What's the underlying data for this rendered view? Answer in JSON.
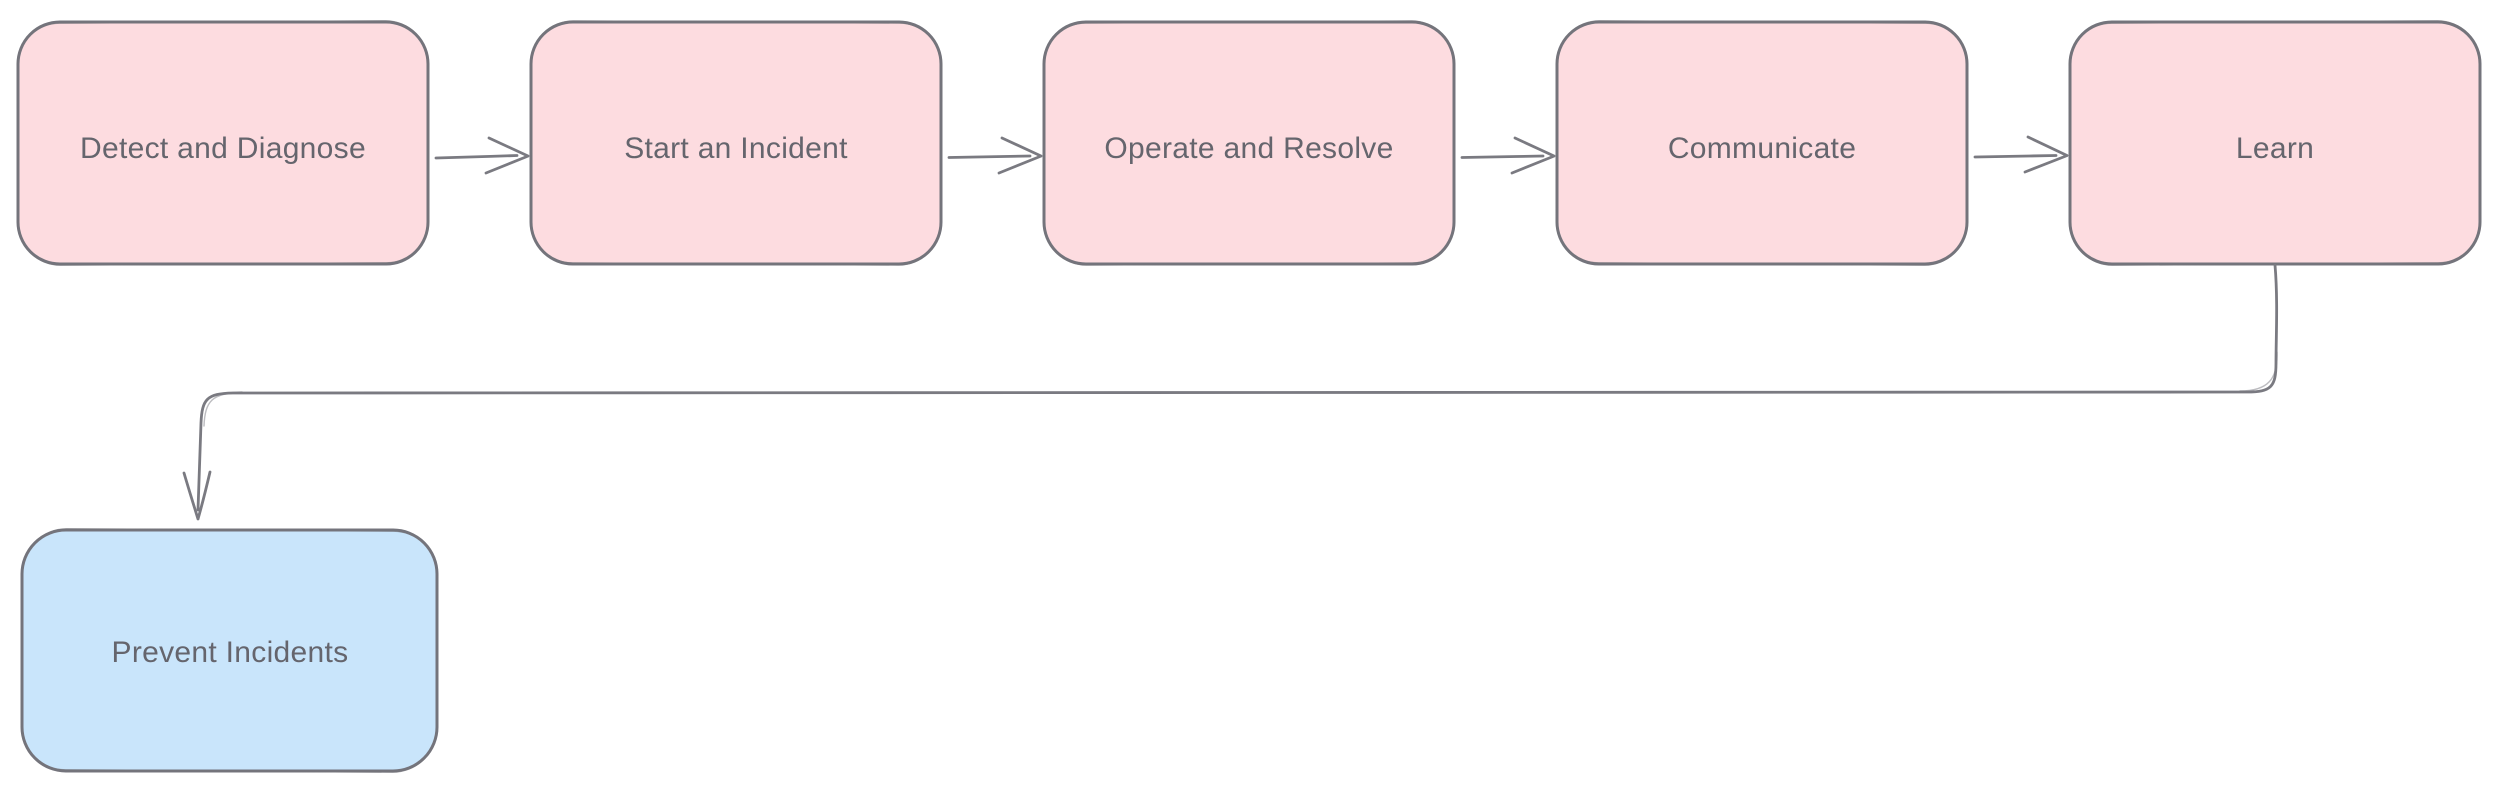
{
  "diagram": {
    "type": "flowchart",
    "style": "hand-drawn",
    "background": "#ffffff",
    "connector_color": "#7a7a81",
    "nodes": [
      {
        "id": "detect-and-diagnose",
        "label": "Detect and Diagnose",
        "fill": "#fddce0",
        "border": "#74747c",
        "text_color": "#65656d"
      },
      {
        "id": "start-an-incident",
        "label": "Start an Incident",
        "fill": "#fddce0",
        "border": "#74747c",
        "text_color": "#65656d"
      },
      {
        "id": "operate-and-resolve",
        "label": "Operate and Resolve",
        "fill": "#fddce0",
        "border": "#74747c",
        "text_color": "#65656d"
      },
      {
        "id": "communicate",
        "label": "Communicate",
        "fill": "#fddce0",
        "border": "#74747c",
        "text_color": "#65656d"
      },
      {
        "id": "learn",
        "label": "Learn",
        "fill": "#fddce0",
        "border": "#74747c",
        "text_color": "#65656d"
      },
      {
        "id": "prevent-incidents",
        "label": "Prevent Incidents",
        "fill": "#c9e5fb",
        "border": "#74747c",
        "text_color": "#65656d"
      }
    ],
    "edges": [
      {
        "from": "detect-and-diagnose",
        "to": "start-an-incident"
      },
      {
        "from": "start-an-incident",
        "to": "operate-and-resolve"
      },
      {
        "from": "operate-and-resolve",
        "to": "communicate"
      },
      {
        "from": "communicate",
        "to": "learn"
      },
      {
        "from": "learn",
        "to": "prevent-incidents"
      }
    ]
  }
}
